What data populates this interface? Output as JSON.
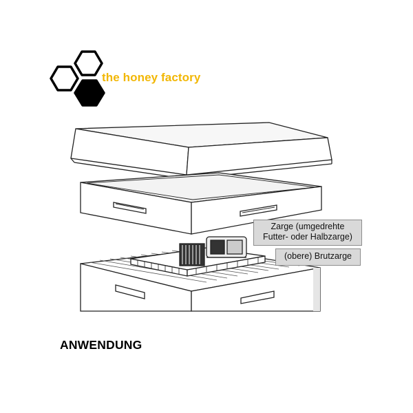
{
  "brand": {
    "name": "the honey factory",
    "accent_color": "#f2b705"
  },
  "callouts": {
    "super_label_line1": "Zarge (umgedrehte",
    "super_label_line2": "Futter- oder Halbzarge)",
    "brood_label": "(obere) Brutzarge"
  },
  "section": {
    "heading": "ANWENDUNG"
  },
  "icons": {
    "logo": "honeycomb-hexagons-icon",
    "feeder": "hive-feeder-icon"
  }
}
